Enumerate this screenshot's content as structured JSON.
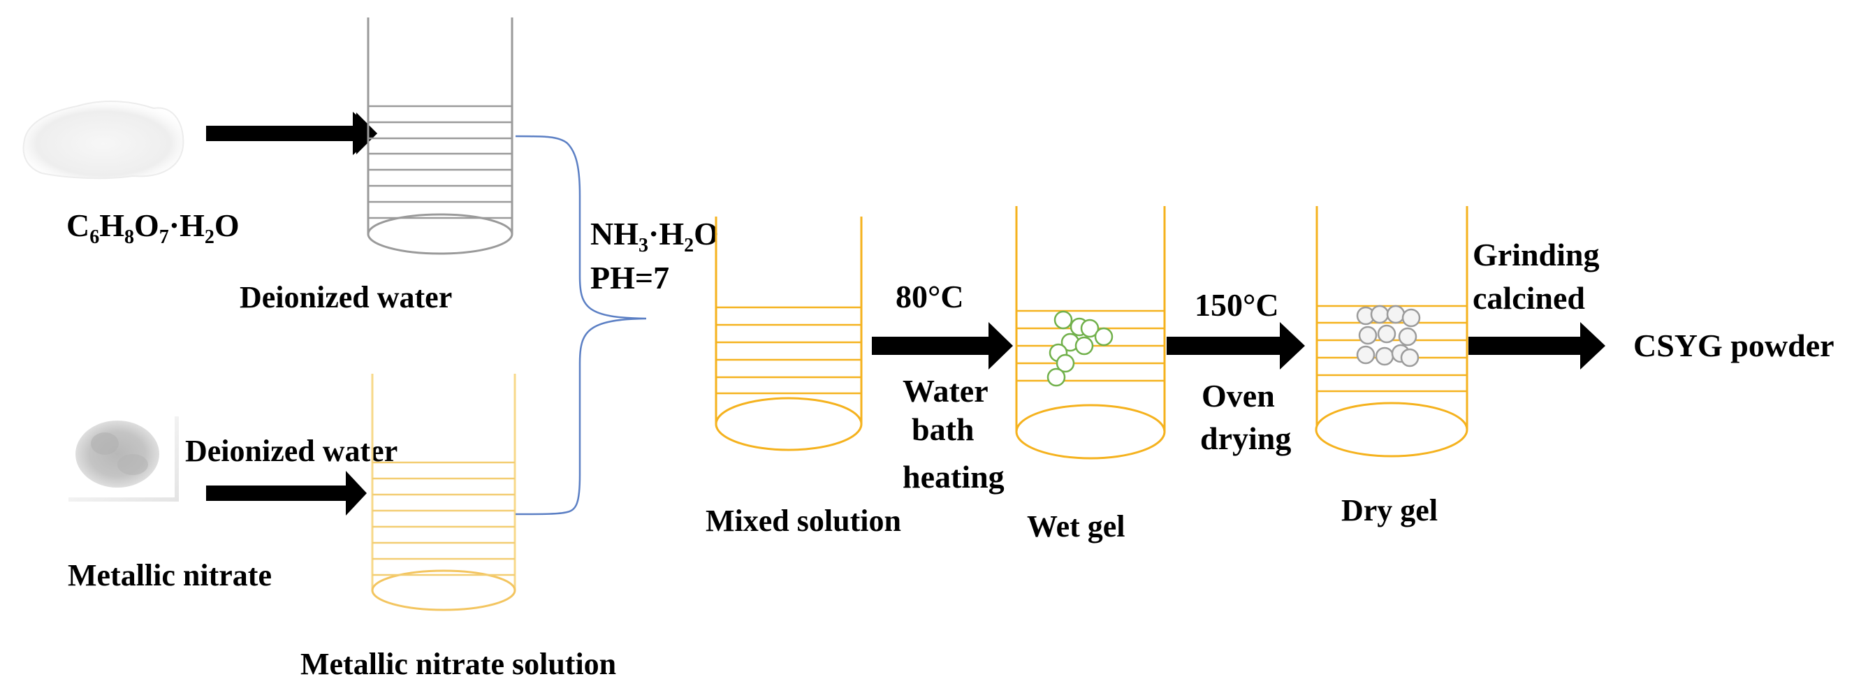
{
  "labels": {
    "citric_acid": {
      "C": "C",
      "s6": "6",
      "H": "H",
      "s8": "8",
      "O": "O",
      "s7": "7",
      "dotH": "·H",
      "s2": "2",
      "O2": "O"
    },
    "deionized_water_top": "Deionized water",
    "deionized_water_bottom": "Deionized water",
    "metallic_nitrate": "Metallic nitrate",
    "metallic_nitrate_solution": "Metallic nitrate solution",
    "ammonia": {
      "NH": "NH",
      "s3": "3",
      "dotH": "·H",
      "s2": "2",
      "O": "O"
    },
    "ph": "PH=7",
    "mixed_solution": "Mixed solution",
    "temp_80": "80°C",
    "water_bath_1": "Water",
    "water_bath_2": "bath",
    "water_bath_3": "heating",
    "wet_gel": "Wet gel",
    "temp_150": "150°C",
    "oven_1": "Oven",
    "oven_2": "drying",
    "dry_gel": "Dry gel",
    "grinding_1": "Grinding",
    "grinding_2": "calcined",
    "product": "CSYG powder"
  },
  "colors": {
    "gray_beaker": "#9a9a9a",
    "yellow_beaker": "#f5b21e",
    "pale_beaker": "#f7d88a",
    "brace": "#5b7fc4",
    "wet_gel_bubble": "#70b04a",
    "dry_gel_bubble": "#9b9b9b",
    "arrow": "#000000"
  }
}
